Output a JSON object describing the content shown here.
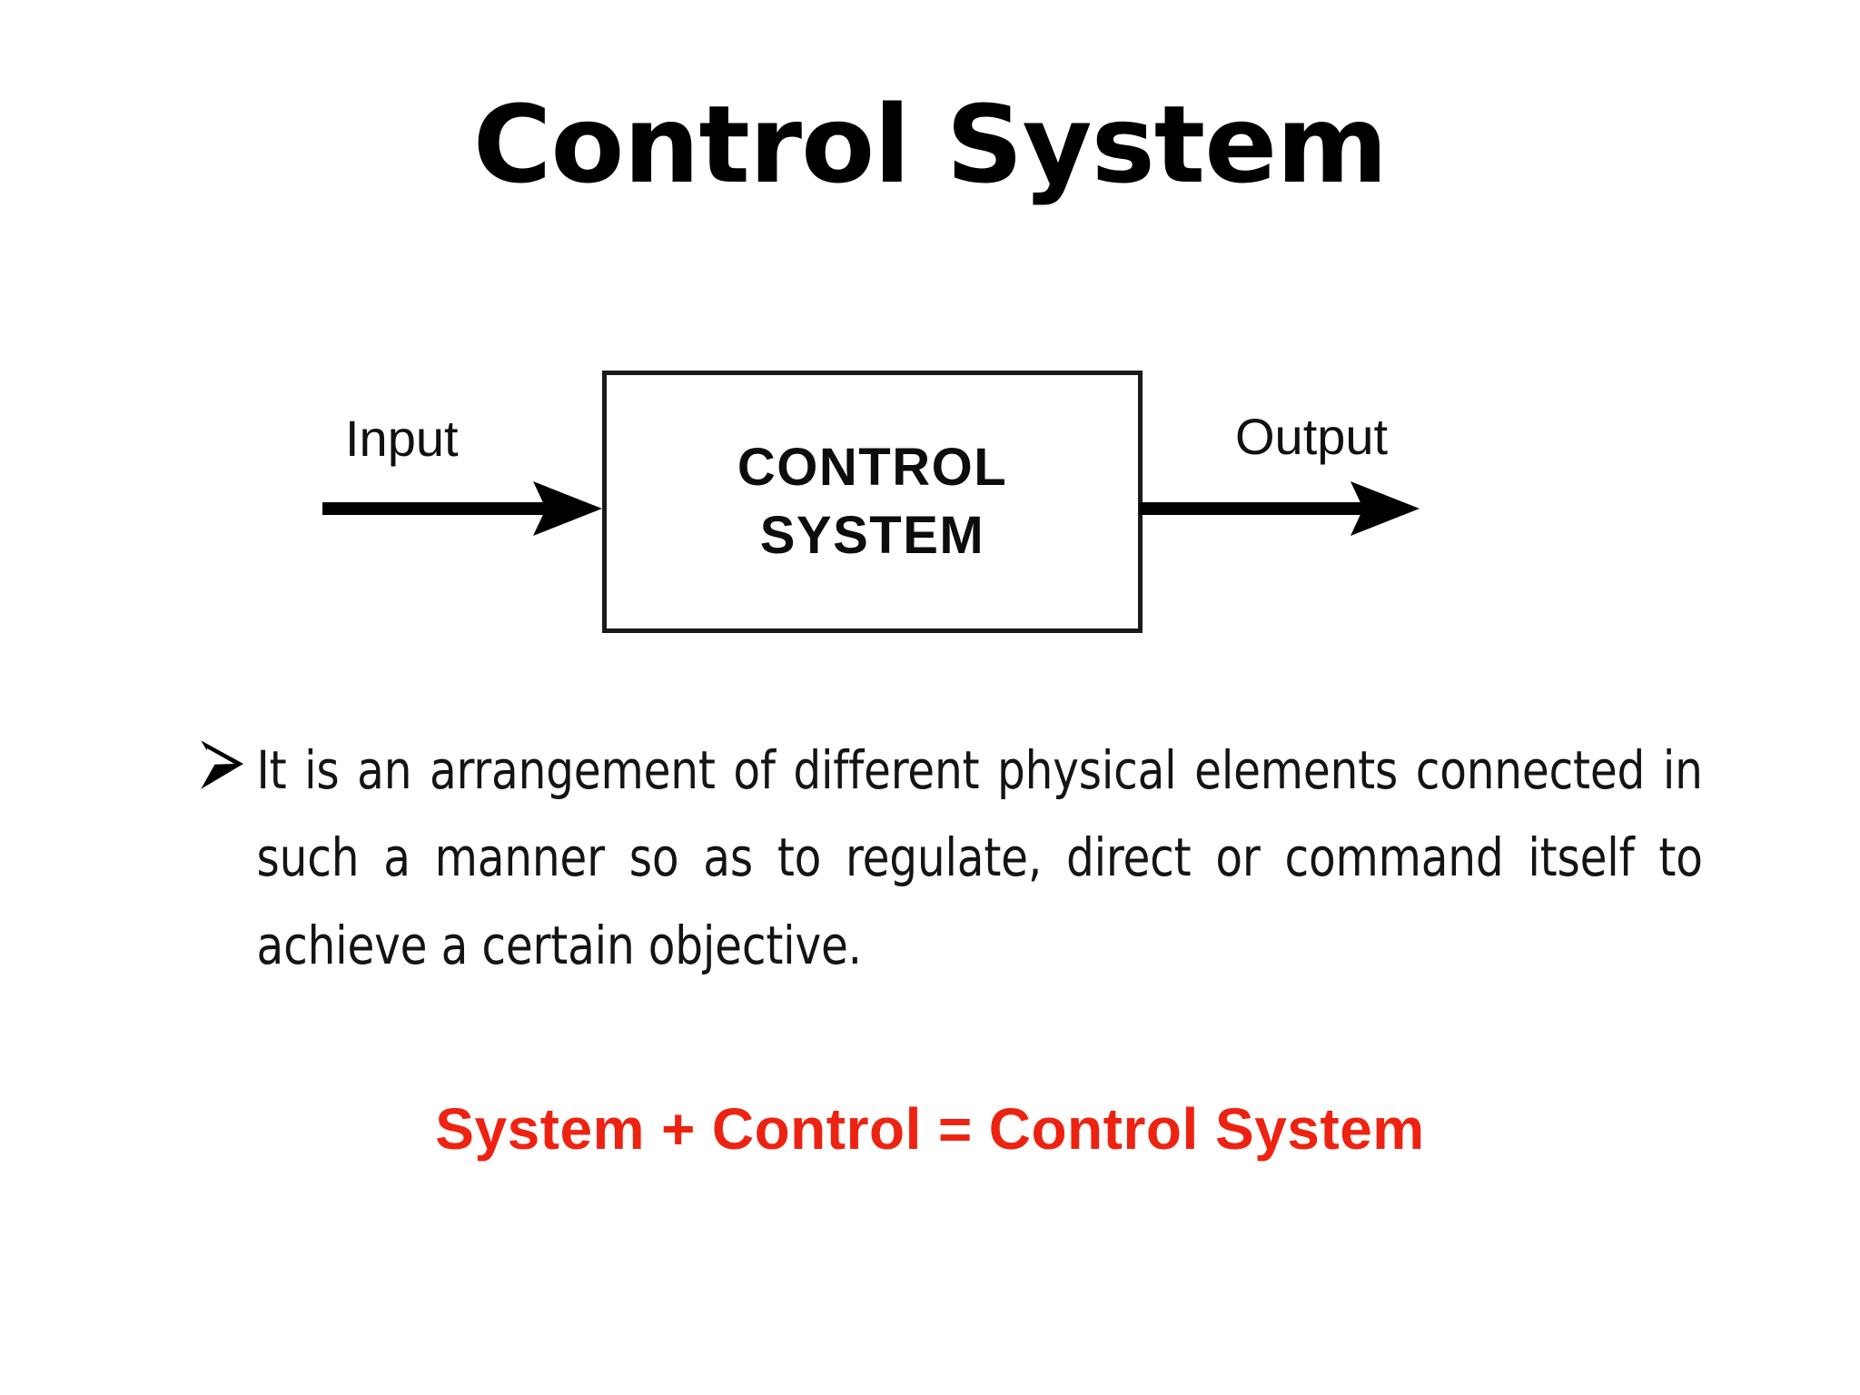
{
  "slide": {
    "title": "Control System",
    "background_color": "#ffffff",
    "text_color": "#000000"
  },
  "diagram": {
    "type": "block-diagram",
    "input_label": "Input",
    "output_label": "Output",
    "box": {
      "line1": "CONTROL",
      "line2": "SYSTEM",
      "border_color": "#1a1a1a",
      "fill_color": "#ffffff"
    },
    "arrow_color": "#000000"
  },
  "bullets": [
    {
      "marker": "triangle-bullet-icon",
      "text": "It is an arrangement of different physical elements connected in such a manner so as to regulate, direct or command itself to achieve a certain objective.",
      "lines": [
        "It  is  an  arrangement  of  different  physical  elements",
        "connected  in  such  a  manner  so  as  to  regulate,  direct",
        "or command itself to achieve a certain objective."
      ]
    }
  ],
  "equation": {
    "color": "#EE2211",
    "terms": [
      "System",
      "Control",
      "Control System"
    ],
    "operators": [
      "+",
      "="
    ],
    "full_text": "System  +  Control  =  Control System"
  }
}
